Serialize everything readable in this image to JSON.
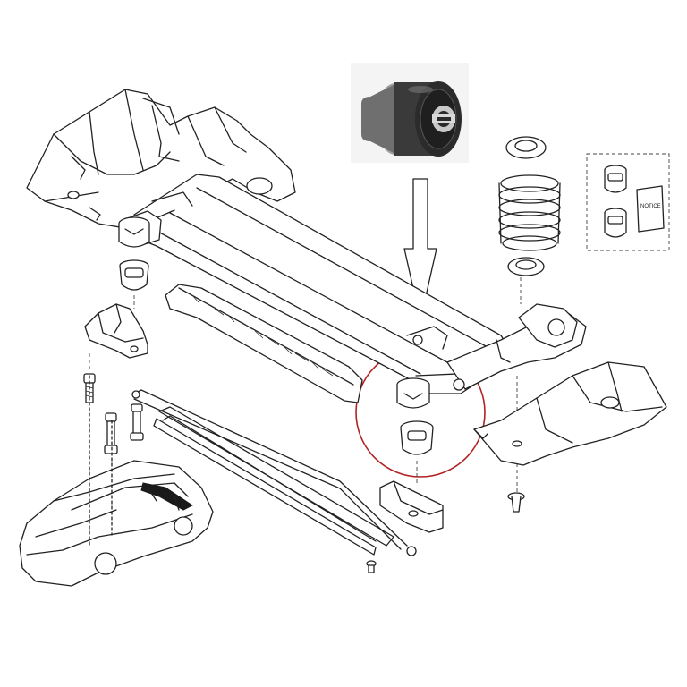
{
  "kit_card_label": "NOTICE",
  "colors": {
    "highlight": "#b22222",
    "line": "#222222",
    "bushing_rubber": "#2b2b2b",
    "bushing_metal": "#c8c8c8",
    "background": "#ffffff"
  },
  "icons": [
    "down-arrow-icon",
    "highlight-circle",
    "bushing-photo",
    "coil-spring",
    "car-silhouette"
  ]
}
